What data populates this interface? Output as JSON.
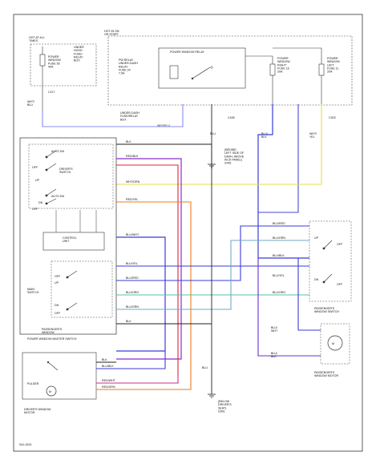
{
  "labels": {
    "hot_at_all_times": "HOT AT ALL\nTIMES",
    "fuse_dash_left": "UNDER\nHOOD\nFUSE/\nRELAY\nBOX",
    "power_window_fuse": "POWER\nWINDOW\nFUSE 55\n40A",
    "c117": "C117",
    "wht_blu_left": "WHT/\nBLU",
    "hot_in_on": "HOT IN ON\nOR START",
    "pw_relay": "POWER WINDOW RELAY",
    "pw_relay_fuse": "PW RELAY\nUNDER-DASH\nRELAY\nFUSE 24\n7.5A",
    "pw_rear_fuse": "POWER\nWINDOW\nRIGHT\nFUSE 16\n20A",
    "pw_left_fuse": "POWER\nWINDOW\nLEFT\nFUSE 11\n20A",
    "c435": "C435",
    "c303": "C303",
    "underdash_box": "UNDER-DASH\nFUSE/RELAY\nBOX",
    "wht_blu_mid": "WHT/BLU",
    "blu_tag": "BLU",
    "blu_blk_tag": "BLU/\nBLK",
    "wht_yel_tag": "WHT/\nYEL",
    "ground_g": "(BEHIND\nLEFT SIDE OF\nDASH, ABOVE\nKICK PANEL)\nG401",
    "auto_dn": "AUTO DN",
    "drivers_switch": "DRIVER'S\nSWITCH",
    "off": "OFF",
    "up": "UP",
    "dn": "DN",
    "control_unit": "CONTROL\nUNIT",
    "main_switch": "MAIN\nSWITCH",
    "passengers_window": "PASSENGER'S\nWINDOW",
    "master_switch": "POWER WINDOW MASTER SWITCH",
    "pulser": "PULSER",
    "drivers_motor": "DRIVER'S WINDOW\nMOTOR",
    "passengers_switch": "PASSENGER'S\nWINDOW SWITCH",
    "passengers_motor": "PASSENGER'S\nWINDOW MOTOR",
    "blu_ground": "BLU",
    "ground_bottom": "(BELOW\nDRIVER'S\nSEAT)\nG501",
    "footer_code": "S41-0021",
    "wire_blk": "BLK",
    "wire_red_blk": "RED/BLK",
    "wire_wht_grn": "WHT/GRN",
    "wire_red_yel": "RED/YEL",
    "wire_blu_wht": "BLU/WHT",
    "wire_blu_yel": "BLU/YEL",
    "wire_blu_red": "BLU/RED",
    "wire_blu_grn": "BLU/GRN",
    "wire_blu_blk": "BLU/BLK",
    "wire_blu_org": "BLU/ORG",
    "wire_blu_right": "BLU/\nWHT",
    "wire_blu_right2": "BLU/\nBLK",
    "wire_red_wht": "RED/WHT",
    "wire_red_grn": "RED/GRN"
  },
  "wire_colors": {
    "blue": "#2222dd",
    "violet": "#6a2cd6",
    "red": "#e0242c",
    "magenta": "#cc2b8a",
    "orange": "#ee7b1f",
    "yellow": "#e8e04a",
    "black": "#222222",
    "green": "#5bbfa4",
    "lightblue": "#6f7ff0",
    "gray": "#888888"
  }
}
